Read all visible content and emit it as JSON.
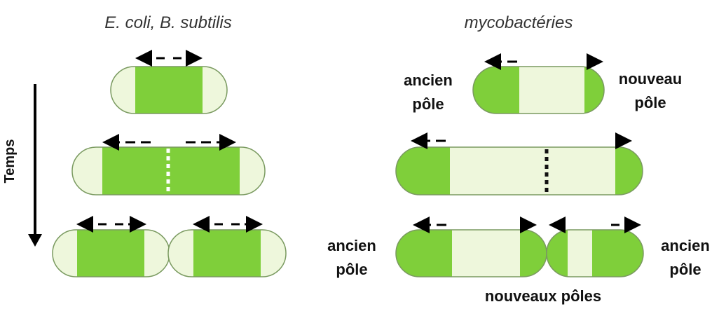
{
  "panels": {
    "left_title": "E. coli, B. subtilis",
    "right_title": "mycobactéries"
  },
  "axis": {
    "time_label": "Temps"
  },
  "labels": {
    "old_pole_left_top_line1": "ancien",
    "old_pole_left_top_line2": "pôle",
    "new_pole_right_top_line1": "nouveau",
    "new_pole_right_top_line2": "pôle",
    "old_pole_bottom_left_line1": "ancien",
    "old_pole_bottom_left_line2": "pôle",
    "old_pole_bottom_right_line1": "ancien",
    "old_pole_bottom_right_line2": "pôle",
    "new_poles_bottom": "nouveaux pôles"
  },
  "colors": {
    "growth_green": "#7fcf3a",
    "pale_green": "#eef7dc",
    "outline": "#7a9a60",
    "arrow": "#000000",
    "septum_light": "#ffffff",
    "septum_dark": "#111111"
  }
}
